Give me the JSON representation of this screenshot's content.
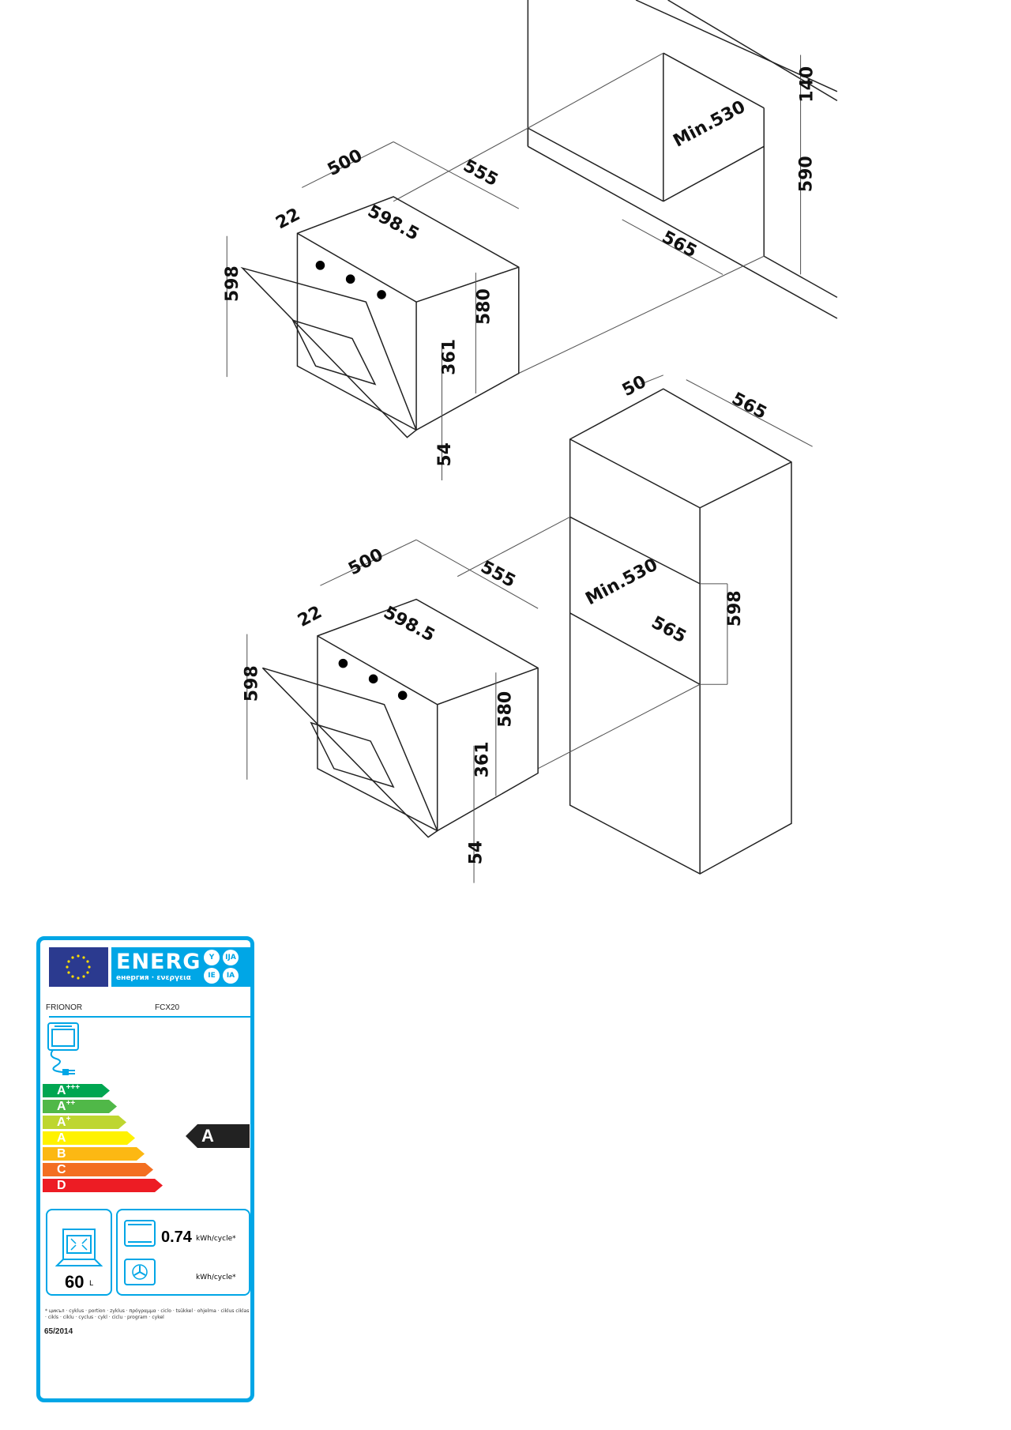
{
  "drawing": {
    "top": {
      "d500": "500",
      "d555": "555",
      "d22": "22",
      "d598_5": "598.5",
      "d598": "598",
      "d580": "580",
      "d361": "361",
      "d54": "54",
      "min530": "Min.530",
      "d140": "140",
      "d590": "590",
      "d565": "565"
    },
    "bottom": {
      "d50": "50",
      "d565a": "565",
      "d500": "500",
      "d555": "555",
      "d22": "22",
      "d598_5": "598.5",
      "d598": "598",
      "min530": "Min.530",
      "d565b": "565",
      "d598b": "598",
      "d580": "580",
      "d361": "361",
      "d54": "54"
    }
  },
  "energy_label": {
    "header": {
      "title": "ENERG",
      "subtitle": "енергия · ενεργεια",
      "languages": [
        "Y",
        "IJA",
        "IE",
        "IA"
      ]
    },
    "brand": "FRIONOR",
    "model": "FCX20",
    "classes": [
      {
        "letter": "A",
        "plus": "+++",
        "color": "#00a651"
      },
      {
        "letter": "A",
        "plus": "++",
        "color": "#50b848"
      },
      {
        "letter": "A",
        "plus": "+",
        "color": "#bed630"
      },
      {
        "letter": "A",
        "plus": "",
        "color": "#fff200"
      },
      {
        "letter": "B",
        "plus": "",
        "color": "#fcb813"
      },
      {
        "letter": "C",
        "plus": "",
        "color": "#f36f21"
      },
      {
        "letter": "D",
        "plus": "",
        "color": "#ed1c24"
      }
    ],
    "rating": "A",
    "volume_value": "60",
    "volume_unit": "L",
    "conventional_value": "0.74",
    "conventional_unit": "kWh/cycle*",
    "fan_unit": "kWh/cycle*",
    "footnote": "* цикъл · cyklus · portion · zyklus · πρόγραμμα · ciclo · tsükkel · ohjelma · ciklus ciklas · cikls · ciklu · cyclus · cykl · ciclu · program · cykel",
    "regulation": "65/2014",
    "accent": "#00a6e6"
  }
}
